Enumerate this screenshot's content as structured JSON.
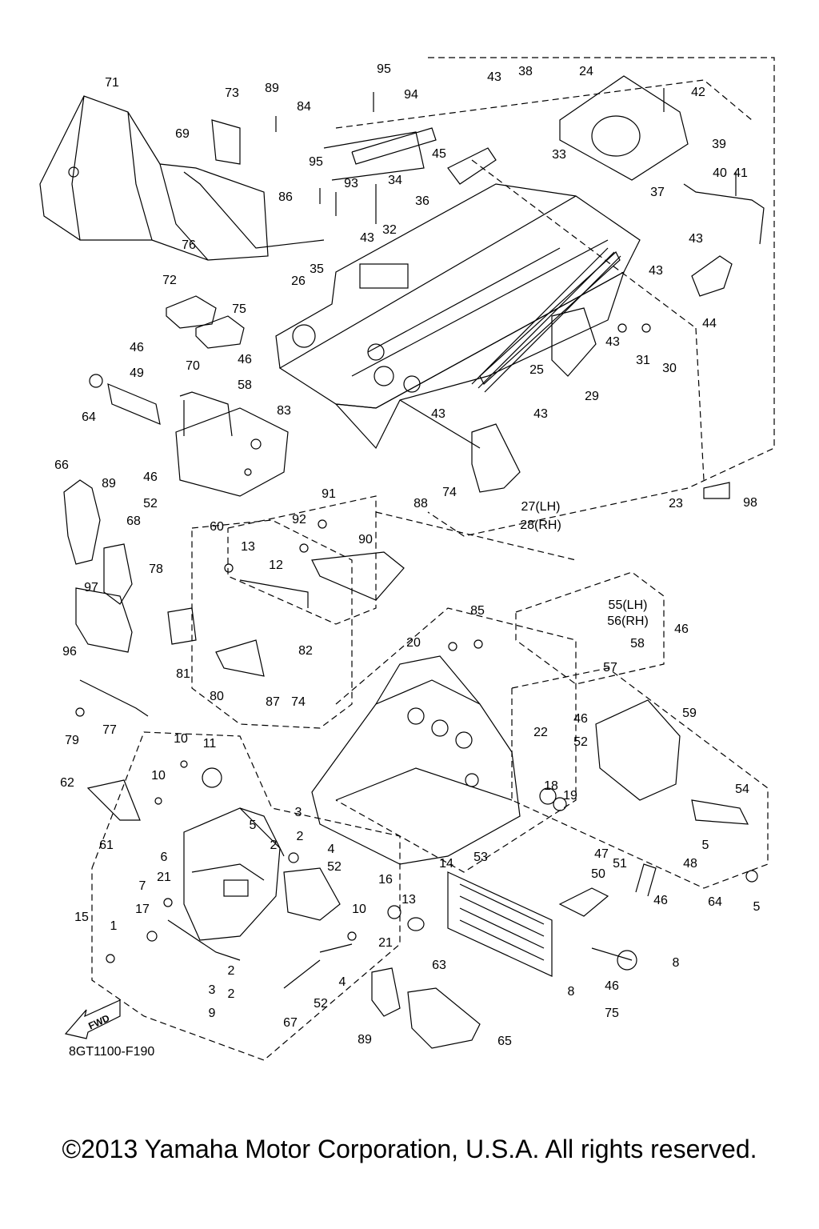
{
  "callouts": [
    "71",
    "73",
    "89",
    "84",
    "95",
    "94",
    "43",
    "38",
    "24",
    "42",
    "69",
    "95",
    "93",
    "34",
    "45",
    "33",
    "39",
    "40",
    "41",
    "86",
    "36",
    "43",
    "32",
    "37",
    "43",
    "76",
    "35",
    "26",
    "43",
    "72",
    "75",
    "70",
    "83",
    "25",
    "43",
    "31",
    "30",
    "44",
    "46",
    "49",
    "46",
    "58",
    "64",
    "43",
    "43",
    "29",
    "66",
    "89",
    "46",
    "52",
    "88",
    "74",
    "23",
    "98",
    "91",
    "60",
    "68",
    "92",
    "90",
    "27(LH)",
    "28(RH)",
    "13",
    "12",
    "78",
    "97",
    "55(LH)",
    "56(RH)",
    "46",
    "58",
    "57",
    "85",
    "20",
    "82",
    "96",
    "81",
    "80",
    "79",
    "77",
    "87",
    "74",
    "46",
    "52",
    "59",
    "22",
    "10",
    "11",
    "62",
    "10",
    "18",
    "19",
    "54",
    "61",
    "5",
    "2",
    "3",
    "2",
    "4",
    "52",
    "47",
    "50",
    "51",
    "48",
    "5",
    "6",
    "21",
    "14",
    "53",
    "46",
    "64",
    "5",
    "7",
    "17",
    "16",
    "13",
    "10",
    "1",
    "15",
    "21",
    "63",
    "8",
    "4",
    "3",
    "2",
    "2",
    "9",
    "52",
    "46",
    "75",
    "8",
    "67",
    "89",
    "65"
  ],
  "diagram_code": "8GT1100-F190",
  "copyright": "©2013 Yamaha Motor Corporation, U.S.A. All rights reserved.",
  "fwd_label": "FWD",
  "line_color": "#000000"
}
